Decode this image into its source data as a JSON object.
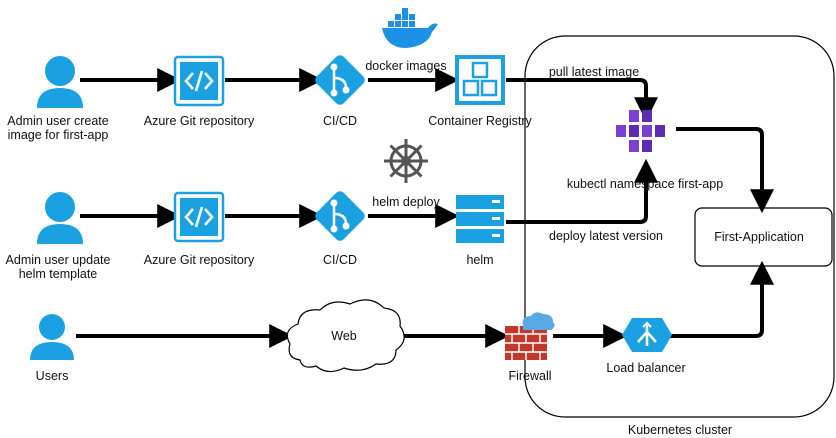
{
  "labels": {
    "admin_create": "Admin user create",
    "admin_create_2": "image for first-app",
    "admin_update": "Admin user update",
    "admin_update_2": "helm template",
    "users": "Users",
    "git_repo_1": "Azure Git repository",
    "git_repo_2": "Azure Git repository",
    "cicd_1": "CI/CD",
    "cicd_2": "CI/CD",
    "docker_images": "docker images",
    "helm_deploy": "helm deploy",
    "container_registry": "Container Registry",
    "helm": "helm",
    "pull_latest_image": "pull latest image",
    "kubectl_namespace": "kubectl namespace first-app",
    "deploy_latest_version": "deploy latest version",
    "first_application": "First-Application",
    "web": "Web",
    "firewall": "Firewall",
    "load_balancer": "Load balancer",
    "kubernetes_cluster": "Kubernetes cluster"
  },
  "icons": {
    "user": "user-icon",
    "git_repo": "code-file-icon",
    "cicd": "git-branch-icon",
    "docker": "docker-whale-icon",
    "registry": "container-registry-icon",
    "helm_wheel": "helm-wheel-icon",
    "helm_server": "server-stack-icon",
    "kubernetes": "kubernetes-pods-icon",
    "cloud": "cloud-icon",
    "firewall": "firewall-icon",
    "load_balancer": "load-balancer-icon"
  },
  "colors": {
    "azure_blue": "#1ba1e2",
    "docker_blue": "#1d91e5",
    "k8s_purple": "#7b3fd1",
    "firewall_red": "#c0392b",
    "arrow": "#000000"
  }
}
